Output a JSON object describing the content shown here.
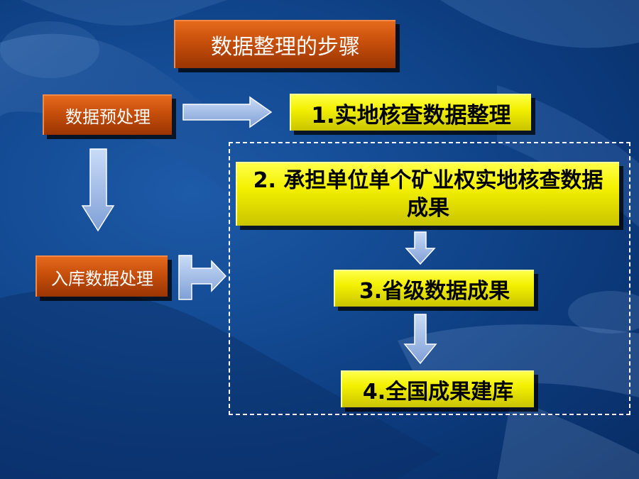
{
  "title": "数据整理的步骤",
  "stages": {
    "preprocess": "数据预处理",
    "library": "入库数据处理"
  },
  "steps": {
    "step1": "1.实地核查数据整理",
    "step2": "2. 承担单位单个矿业权实地核查数据成果",
    "step3": "3.省级数据成果",
    "step4": "4.全国成果建库"
  },
  "colors": {
    "background": "#134a92",
    "orange_box": "#c64e0a",
    "yellow_box": "#f3f000",
    "arrow": "#9db8e6",
    "dashed_border": "#ffffff"
  }
}
